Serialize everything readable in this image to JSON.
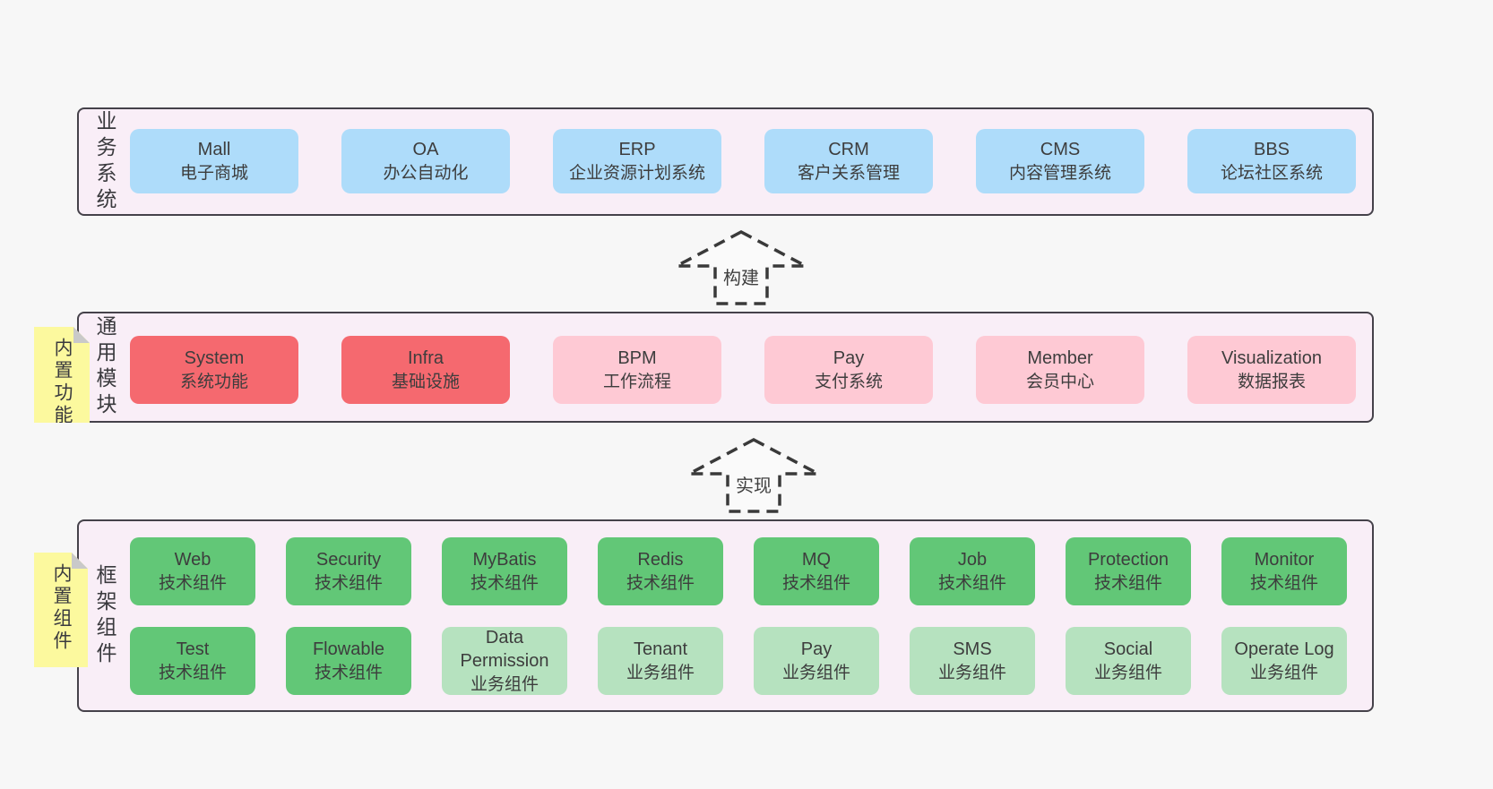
{
  "page": {
    "background": "#f7f7f7"
  },
  "colors": {
    "section_bg": "#f9eef7",
    "section_border": "#45424a",
    "blue_box": "#aedcfa",
    "red_box": "#f5696f",
    "pink_box": "#fec9d4",
    "green_box": "#62c777",
    "light_green_box": "#b6e2bf",
    "sticky_yellow": "#fcf99e",
    "sticky_fold": "#c9c9c9",
    "text": "#3d3d3d"
  },
  "arrows": [
    {
      "label": "构建"
    },
    {
      "label": "实现"
    }
  ],
  "sections": [
    {
      "label": "业务系统",
      "boxes": [
        {
          "name": "Mall",
          "subtitle": "电子商城"
        },
        {
          "name": "OA",
          "subtitle": "办公自动化"
        },
        {
          "name": "ERP",
          "subtitle": "企业资源计划系统"
        },
        {
          "name": "CRM",
          "subtitle": "客户关系管理"
        },
        {
          "name": "CMS",
          "subtitle": "内容管理系统"
        },
        {
          "name": "BBS",
          "subtitle": "论坛社区系统"
        }
      ]
    },
    {
      "label": "通用模块",
      "sticky": "内置功能",
      "boxes": [
        {
          "name": "System",
          "subtitle": "系统功能"
        },
        {
          "name": "Infra",
          "subtitle": "基础设施"
        },
        {
          "name": "BPM",
          "subtitle": "工作流程"
        },
        {
          "name": "Pay",
          "subtitle": "支付系统"
        },
        {
          "name": "Member",
          "subtitle": "会员中心"
        },
        {
          "name": "Visualization",
          "subtitle": "数据报表"
        }
      ]
    },
    {
      "label": "框架组件",
      "sticky": "内置组件",
      "rows": [
        [
          {
            "name": "Web",
            "subtitle": "技术组件"
          },
          {
            "name": "Security",
            "subtitle": "技术组件"
          },
          {
            "name": "MyBatis",
            "subtitle": "技术组件"
          },
          {
            "name": "Redis",
            "subtitle": "技术组件"
          },
          {
            "name": "MQ",
            "subtitle": "技术组件"
          },
          {
            "name": "Job",
            "subtitle": "技术组件"
          },
          {
            "name": "Protection",
            "subtitle": "技术组件"
          },
          {
            "name": "Monitor",
            "subtitle": "技术组件"
          }
        ],
        [
          {
            "name": "Test",
            "subtitle": "技术组件"
          },
          {
            "name": "Flowable",
            "subtitle": "技术组件"
          },
          {
            "name": "Data Permission",
            "subtitle": "业务组件"
          },
          {
            "name": "Tenant",
            "subtitle": "业务组件"
          },
          {
            "name": "Pay",
            "subtitle": "业务组件"
          },
          {
            "name": "SMS",
            "subtitle": "业务组件"
          },
          {
            "name": "Social",
            "subtitle": "业务组件"
          },
          {
            "name": "Operate Log",
            "subtitle": "业务组件"
          }
        ]
      ]
    }
  ]
}
